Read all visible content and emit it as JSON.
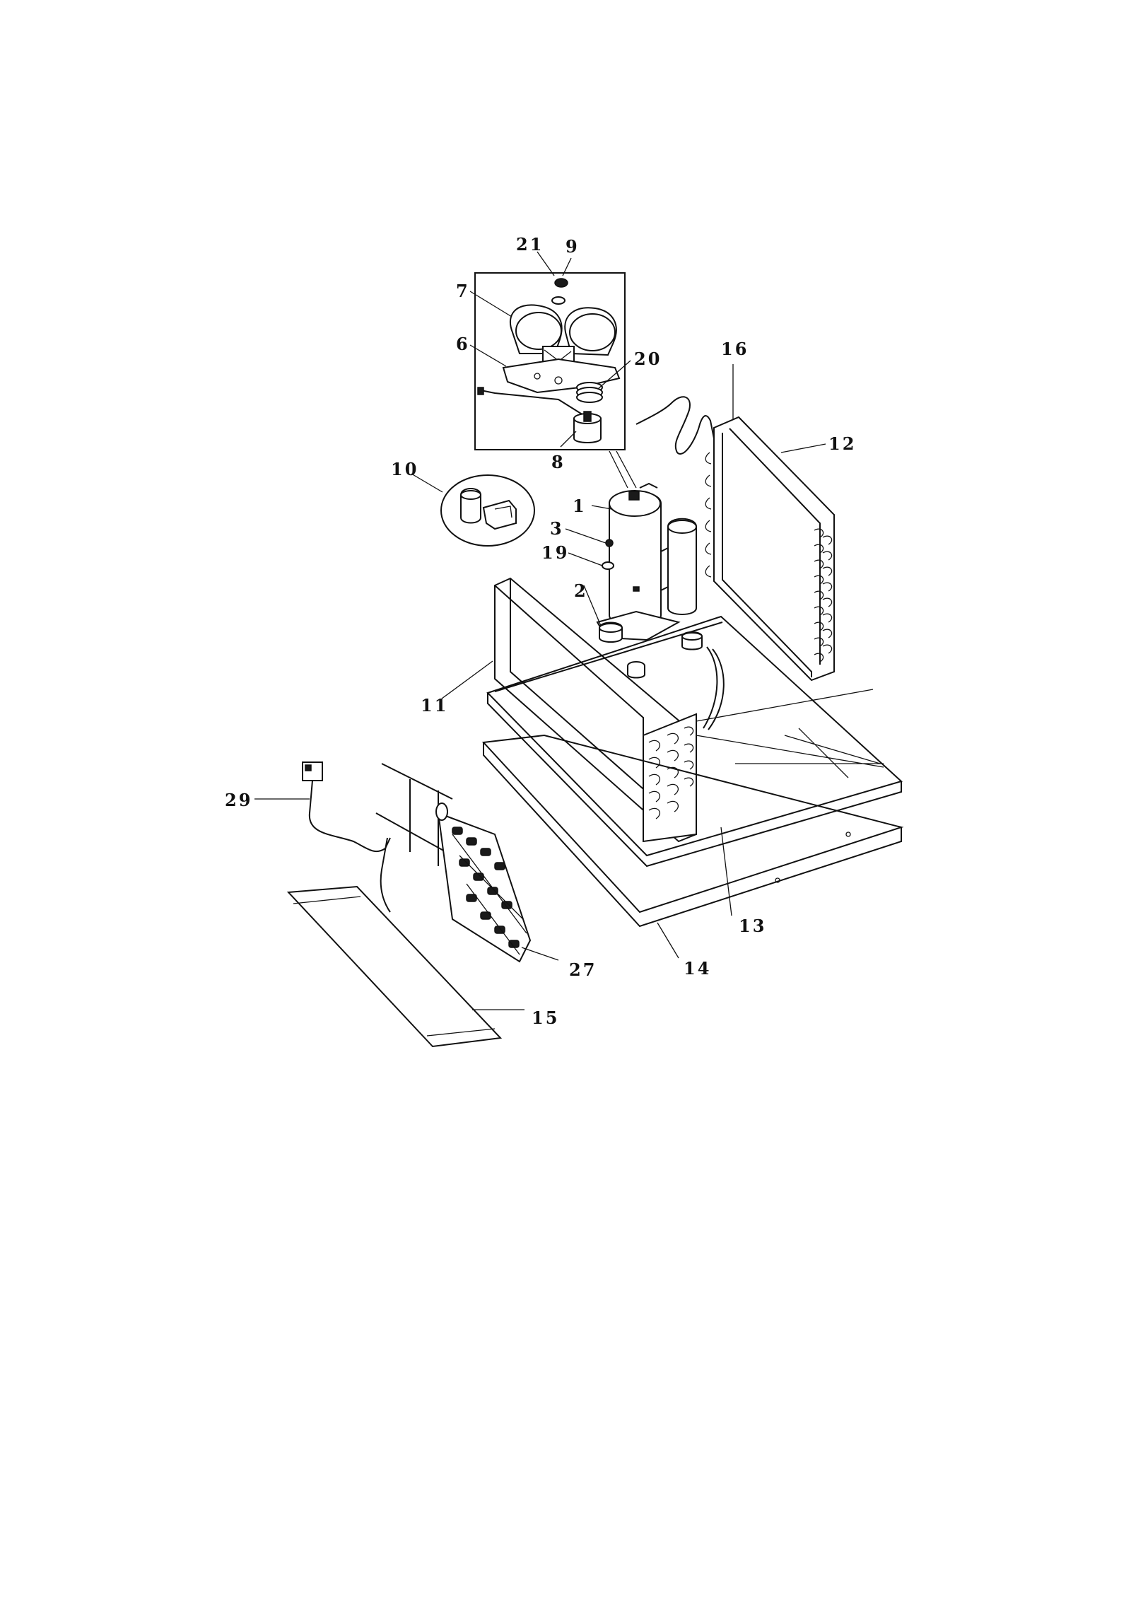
{
  "diagram": {
    "callouts": [
      {
        "id": "21",
        "text": "21"
      },
      {
        "id": "9",
        "text": "9"
      },
      {
        "id": "7",
        "text": "7"
      },
      {
        "id": "6",
        "text": "6"
      },
      {
        "id": "20",
        "text": "20"
      },
      {
        "id": "16",
        "text": "16"
      },
      {
        "id": "12",
        "text": "12"
      },
      {
        "id": "8",
        "text": "8"
      },
      {
        "id": "10",
        "text": "10"
      },
      {
        "id": "1",
        "text": "1"
      },
      {
        "id": "3",
        "text": "3"
      },
      {
        "id": "19",
        "text": "19"
      },
      {
        "id": "2",
        "text": "2"
      },
      {
        "id": "11",
        "text": "11"
      },
      {
        "id": "29",
        "text": "29"
      },
      {
        "id": "13",
        "text": "13"
      },
      {
        "id": "14",
        "text": "14"
      },
      {
        "id": "27",
        "text": "27"
      },
      {
        "id": "15",
        "text": "15"
      }
    ]
  }
}
